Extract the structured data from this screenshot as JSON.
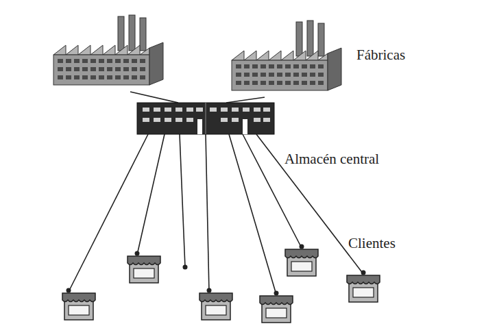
{
  "diagram": {
    "nodes": [
      {},
      {
        "text": [
          "Fábricas"
        ]
      },
      {
        "text": [
          "Almacén central"
        ]
      },
      {},
      {},
      {},
      {},
      {},
      {}
    ],
    "edges": [
      {
        "from": 0,
        "to": 2,
        "arrow": "none"
      },
      {
        "from": 1,
        "to": 2,
        "arrow": "none"
      },
      {
        "from": 2,
        "to": 3,
        "arrow": "none"
      },
      {
        "from": 2,
        "to": 4,
        "arrow": "none"
      },
      {
        "from": 2,
        "to": 5,
        "arrow": "none"
      },
      {
        "from": 2,
        "to": 6,
        "arrow": "none"
      },
      {
        "from": 2,
        "to": 7,
        "arrow": "none"
      },
      {
        "from": 2,
        "to": 8,
        "arrow": "none"
      }
    ],
    "labels": [
      "Clientes"
    ]
  }
}
